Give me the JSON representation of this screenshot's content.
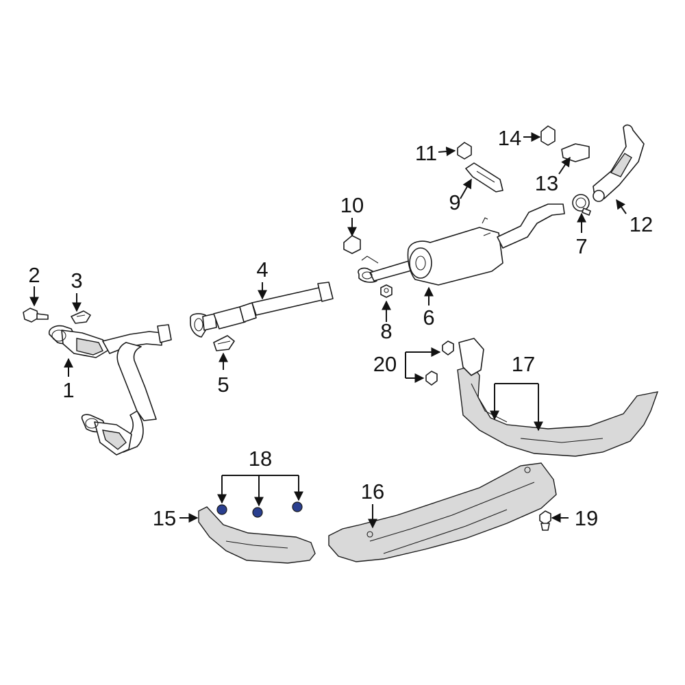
{
  "colors": {
    "line": "#1a1a1a",
    "shield_fill": "#d9d9d9",
    "highlight_fastener": "#2a3f8f",
    "background": "#ffffff"
  },
  "callouts": {
    "c1": "1",
    "c2": "2",
    "c3": "3",
    "c4": "4",
    "c5": "5",
    "c6": "6",
    "c7": "7",
    "c8": "8",
    "c9": "9",
    "c10": "10",
    "c11": "11",
    "c12": "12",
    "c13": "13",
    "c14": "14",
    "c15": "15",
    "c16": "16",
    "c17": "17",
    "c18": "18",
    "c19": "19",
    "c20": "20"
  }
}
